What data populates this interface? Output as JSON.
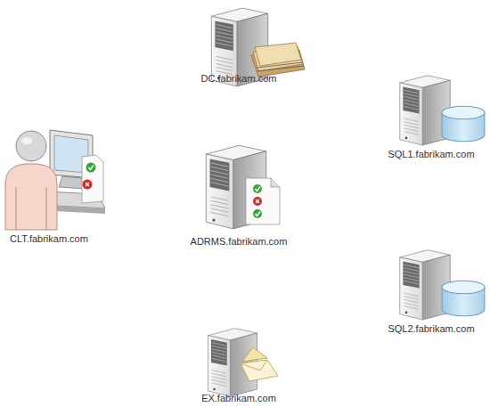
{
  "diagram": {
    "nodes": [
      {
        "text": [
          "DC.fabrikam.com"
        ]
      },
      {
        "text": [
          "SQL1.fabrikam.com"
        ]
      },
      {
        "text": [
          "CLT.fabrikam.com"
        ]
      },
      {
        "text": [
          "ADRMS.fabrikam.com"
        ]
      },
      {
        "text": [
          "SQL2.fabrikam.com"
        ]
      },
      {
        "text": [
          "EX.fabrikam.com"
        ]
      }
    ]
  }
}
